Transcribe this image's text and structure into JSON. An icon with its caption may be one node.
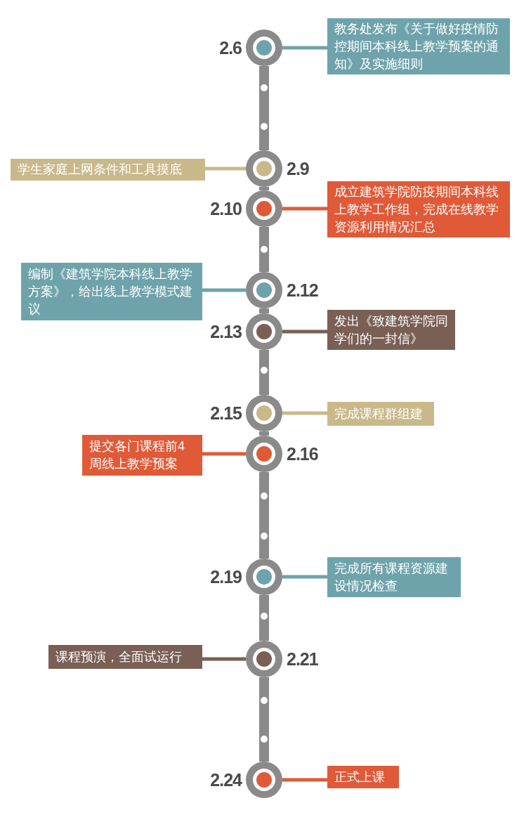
{
  "diagram": {
    "nodes": [
      {
        "text": [],
        "shape": "circle",
        "beside": [
          "2.6"
        ]
      },
      {
        "text": [
          "教务处发布《关于做好疫情防控期间本科线上教学预案的通知》及实施细则"
        ]
      },
      {
        "text": [],
        "shape": "circle",
        "beside": [
          "2.9"
        ]
      },
      {
        "text": [
          "学生家庭上网条件和工具摸底"
        ]
      },
      {
        "text": [],
        "shape": "circle",
        "beside": [
          "2.10"
        ]
      },
      {
        "text": [
          "成立建筑学院防疫期间本科线上教学工作组，完成在线教学资源利用情况汇总"
        ]
      },
      {
        "text": [],
        "shape": "circle",
        "beside": [
          "2.12"
        ]
      },
      {
        "text": [
          "编制《建筑学院本科线上教学方案》，给出线上教学模式建议"
        ]
      },
      {
        "text": [],
        "shape": "circle",
        "beside": [
          "2.13"
        ]
      },
      {
        "text": [
          "发出《致建筑学院同学们的一封信》"
        ]
      },
      {
        "text": [],
        "shape": "circle",
        "beside": [
          "2.15"
        ]
      },
      {
        "text": [
          "完成课程群组建"
        ]
      },
      {
        "text": [],
        "shape": "circle",
        "beside": [
          "2.16"
        ]
      },
      {
        "text": [
          "提交各门课程前4周线上教学预案"
        ]
      },
      {
        "text": [],
        "shape": "circle",
        "beside": [
          "2.19"
        ]
      },
      {
        "text": [
          "完成所有课程资源建设情况检查"
        ]
      },
      {
        "text": [],
        "shape": "circle",
        "beside": [
          "2.21"
        ]
      },
      {
        "text": [
          "课程预演，全面试运行"
        ]
      },
      {
        "text": [],
        "shape": "circle",
        "beside": [
          "2.24"
        ]
      },
      {
        "text": [
          "正式上课"
        ]
      }
    ],
    "edges": [
      {
        "from": 0,
        "to": 1,
        "arrow": "none",
        "color": "#6fa3ab"
      },
      {
        "from": 2,
        "to": 3,
        "arrow": "none",
        "color": "#c9b98a"
      },
      {
        "from": 4,
        "to": 5,
        "arrow": "none",
        "color": "#e05a38"
      },
      {
        "from": 6,
        "to": 7,
        "arrow": "none",
        "color": "#6fa3ab"
      },
      {
        "from": 8,
        "to": 9,
        "arrow": "none",
        "color": "#7a5f55"
      },
      {
        "from": 10,
        "to": 11,
        "arrow": "none",
        "color": "#c9b98a"
      },
      {
        "from": 12,
        "to": 13,
        "arrow": "none",
        "color": "#e05a38"
      },
      {
        "from": 14,
        "to": 15,
        "arrow": "none",
        "color": "#6fa3ab"
      },
      {
        "from": 16,
        "to": 17,
        "arrow": "none",
        "color": "#7a5f55"
      },
      {
        "from": 18,
        "to": 19,
        "arrow": "none",
        "color": "#e05a38"
      },
      {
        "from": 0,
        "to": 2,
        "arrow": "none",
        "style": "thick",
        "color": "#8a8a8a"
      },
      {
        "from": 2,
        "to": 4,
        "arrow": "none",
        "style": "thick",
        "color": "#8a8a8a"
      },
      {
        "from": 4,
        "to": 6,
        "arrow": "none",
        "style": "thick",
        "color": "#8a8a8a"
      },
      {
        "from": 6,
        "to": 8,
        "arrow": "none",
        "style": "thick",
        "color": "#8a8a8a"
      },
      {
        "from": 8,
        "to": 10,
        "arrow": "none",
        "style": "thick",
        "color": "#8a8a8a"
      },
      {
        "from": 10,
        "to": 12,
        "arrow": "none",
        "style": "thick",
        "color": "#8a8a8a"
      },
      {
        "from": 12,
        "to": 14,
        "arrow": "none",
        "style": "thick",
        "color": "#8a8a8a"
      },
      {
        "from": 14,
        "to": 16,
        "arrow": "none",
        "style": "thick",
        "color": "#8a8a8a"
      },
      {
        "from": 16,
        "to": 18,
        "arrow": "none",
        "style": "thick",
        "color": "#8a8a8a"
      }
    ]
  }
}
